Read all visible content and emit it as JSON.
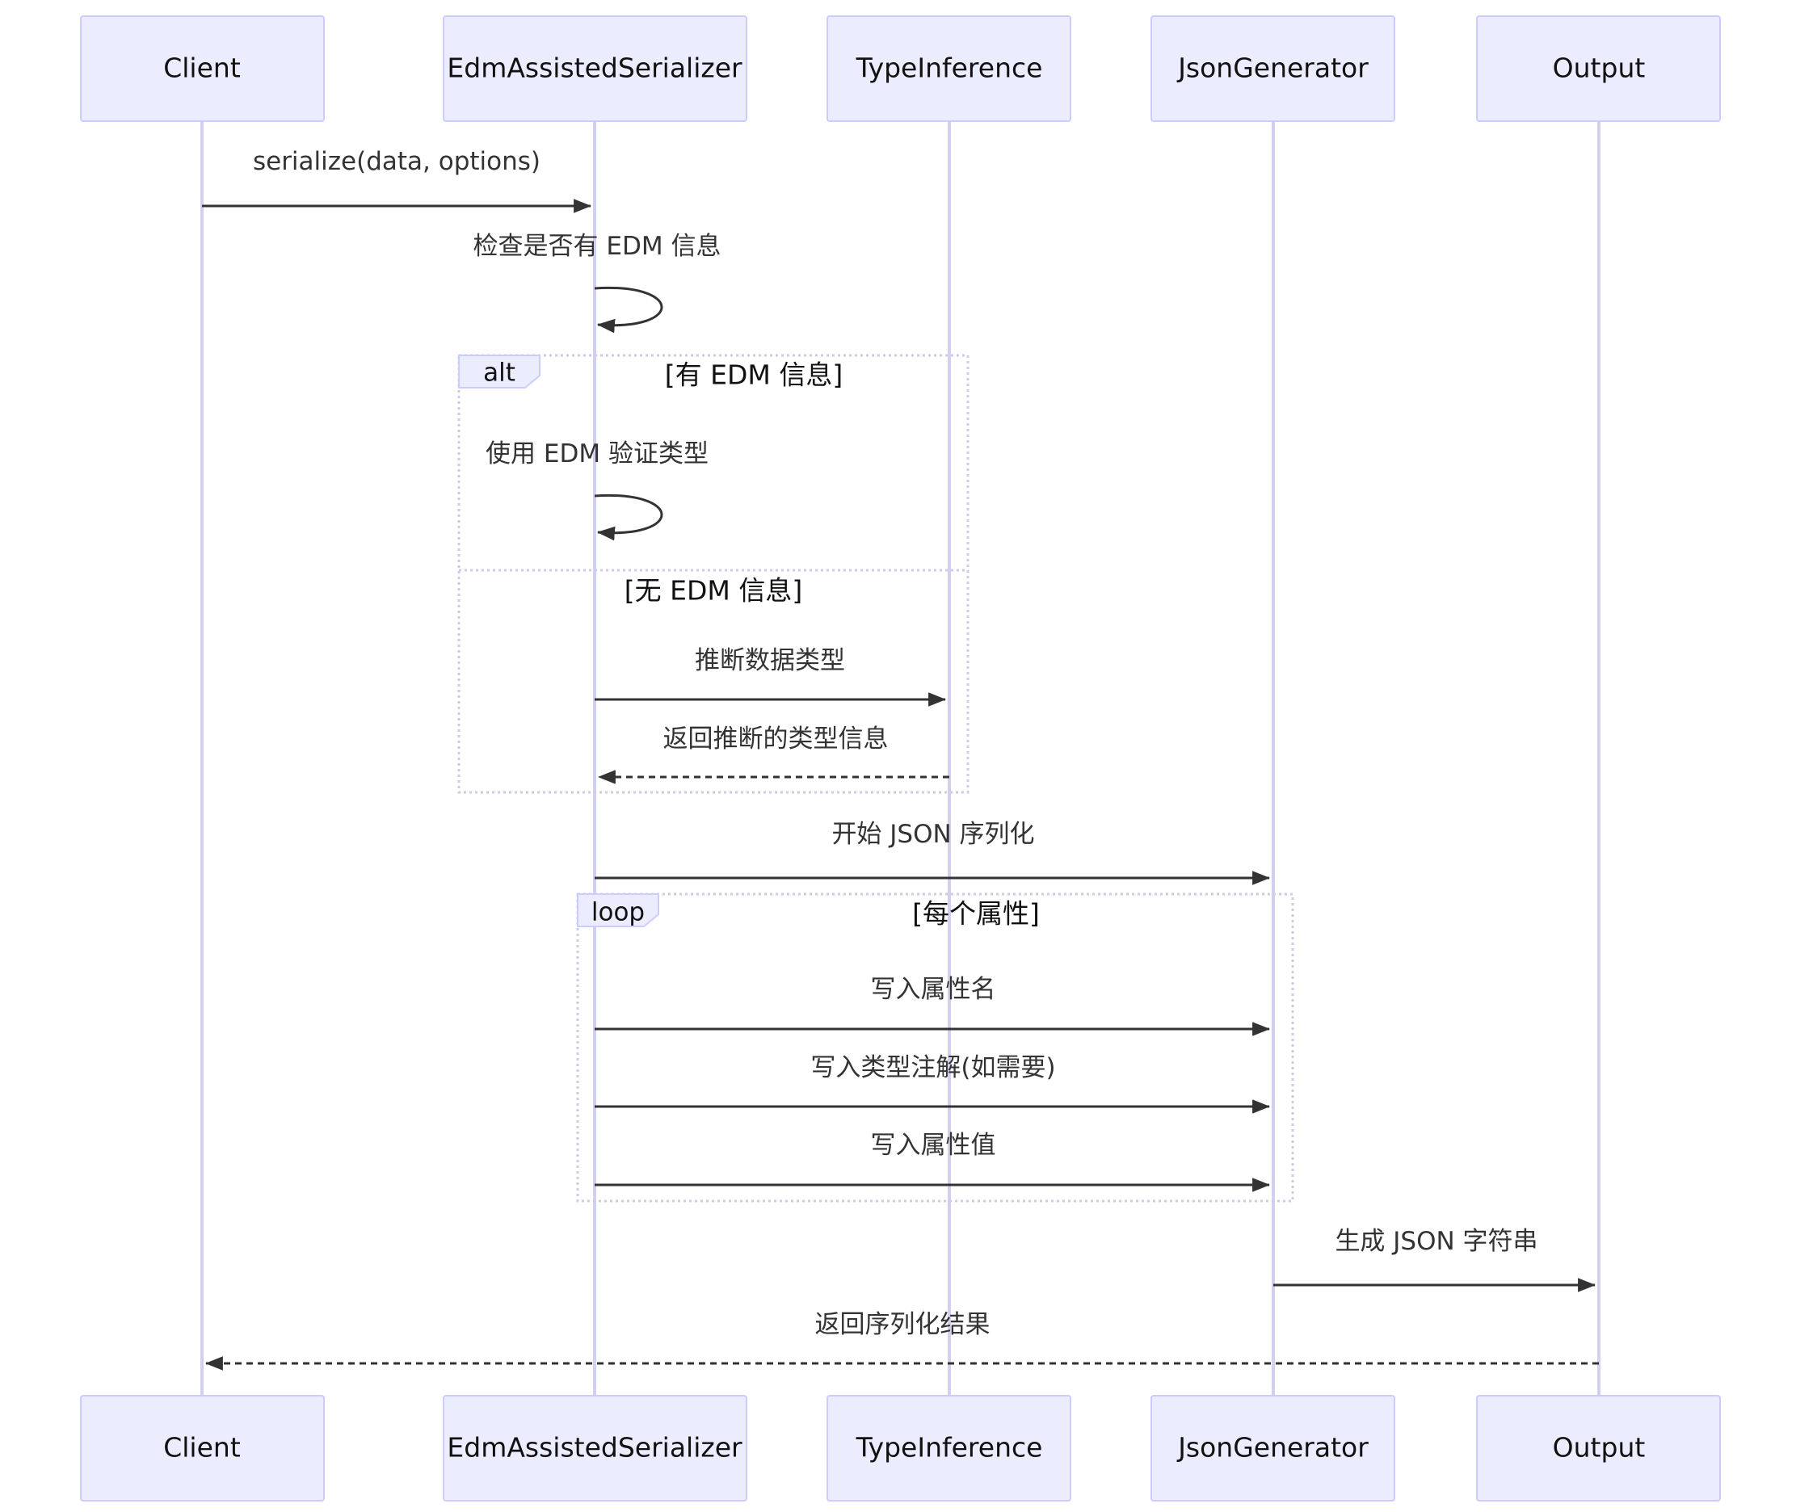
{
  "actors": [
    {
      "id": "client",
      "label": "Client"
    },
    {
      "id": "serializer",
      "label": "EdmAssistedSerializer"
    },
    {
      "id": "typeinf",
      "label": "TypeInference"
    },
    {
      "id": "jsongen",
      "label": "JsonGenerator"
    },
    {
      "id": "output",
      "label": "Output"
    }
  ],
  "messages": [
    {
      "from": "client",
      "to": "serializer",
      "text": "serialize(data, options)",
      "style": "solid"
    },
    {
      "from": "serializer",
      "to": "serializer",
      "text": "检查是否有 EDM 信息",
      "style": "self"
    },
    {
      "from": "serializer",
      "to": "serializer",
      "text": "使用 EDM 验证类型",
      "style": "self"
    },
    {
      "from": "serializer",
      "to": "typeinf",
      "text": "推断数据类型",
      "style": "solid"
    },
    {
      "from": "typeinf",
      "to": "serializer",
      "text": "返回推断的类型信息",
      "style": "dashed"
    },
    {
      "from": "serializer",
      "to": "jsongen",
      "text": "开始 JSON 序列化",
      "style": "solid"
    },
    {
      "from": "serializer",
      "to": "jsongen",
      "text": "写入属性名",
      "style": "solid"
    },
    {
      "from": "serializer",
      "to": "jsongen",
      "text": "写入类型注解(如需要)",
      "style": "solid"
    },
    {
      "from": "serializer",
      "to": "jsongen",
      "text": "写入属性值",
      "style": "solid"
    },
    {
      "from": "jsongen",
      "to": "output",
      "text": "生成 JSON 字符串",
      "style": "solid"
    },
    {
      "from": "output",
      "to": "client",
      "text": "返回序列化结果",
      "style": "dashed"
    }
  ],
  "fragments": [
    {
      "type": "alt",
      "label": "alt",
      "conditions": [
        "[有 EDM 信息]",
        "[无 EDM 信息]"
      ]
    },
    {
      "type": "loop",
      "label": "loop",
      "conditions": [
        "[每个属性]"
      ]
    }
  ],
  "colors": {
    "actor_fill": "#ECECFF",
    "actor_stroke": "#CCCCFF",
    "lifeline": "#D2D0F0",
    "message": "#333333"
  }
}
